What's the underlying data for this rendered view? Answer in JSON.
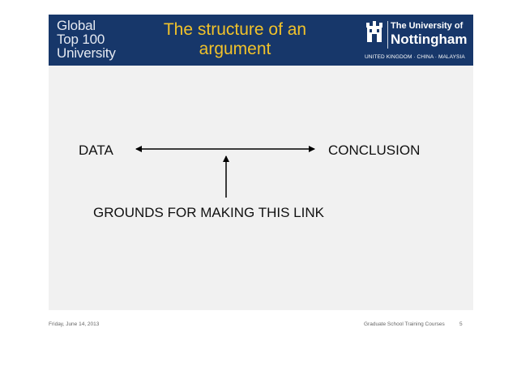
{
  "header": {
    "ranking_lines": [
      "Global",
      "Top 100",
      "University"
    ],
    "title_lines": [
      "The structure of an",
      "argument"
    ],
    "logo": {
      "line1": "The University of",
      "line2": "Nottingham",
      "locations": "UNITED KINGDOM · CHINA · MALAYSIA",
      "icon": "university-crest-icon"
    }
  },
  "diagram": {
    "left_label": "DATA",
    "right_label": "CONCLUSION",
    "bottom_label": "GROUNDS FOR MAKING THIS LINK"
  },
  "footer": {
    "date": "Friday, June 14, 2013",
    "course": "Graduate School Training Courses",
    "page": "5"
  },
  "colors": {
    "banner": "#17376a",
    "title": "#f1c22a",
    "panel": "#f1f1f1"
  }
}
